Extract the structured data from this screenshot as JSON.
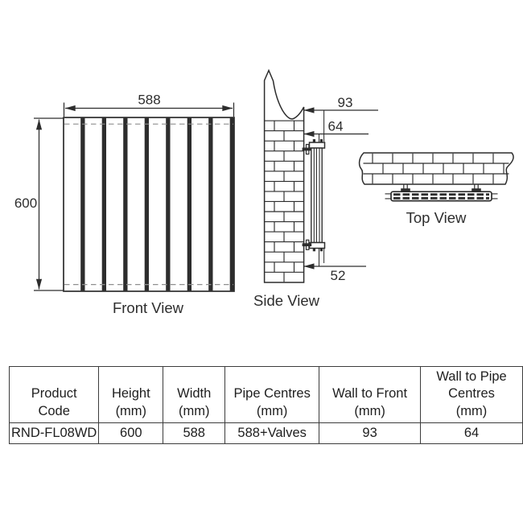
{
  "diagram": {
    "front": {
      "label": "Front View",
      "dim_width": "588",
      "dim_height": "600"
    },
    "side": {
      "label": "Side View",
      "dim_wall_to_front": "93",
      "dim_wall_to_pipe": "64",
      "dim_bottom": "52"
    },
    "top": {
      "label": "Top View"
    }
  },
  "table": {
    "headers": [
      [
        "Product",
        "Code"
      ],
      [
        "Height",
        "(mm)"
      ],
      [
        "Width",
        "(mm)"
      ],
      [
        "Pipe Centres",
        "(mm)"
      ],
      [
        "Wall to Front",
        "(mm)"
      ],
      [
        "Wall to Pipe",
        "Centres",
        "(mm)"
      ]
    ],
    "row": [
      "RND-FL08WD",
      "600",
      "588",
      "588+Valves",
      "93",
      "64"
    ]
  },
  "colors": {
    "line": "#2d2d2d",
    "dash": "#8f8f8f",
    "table_border": "#3c3c3c"
  }
}
